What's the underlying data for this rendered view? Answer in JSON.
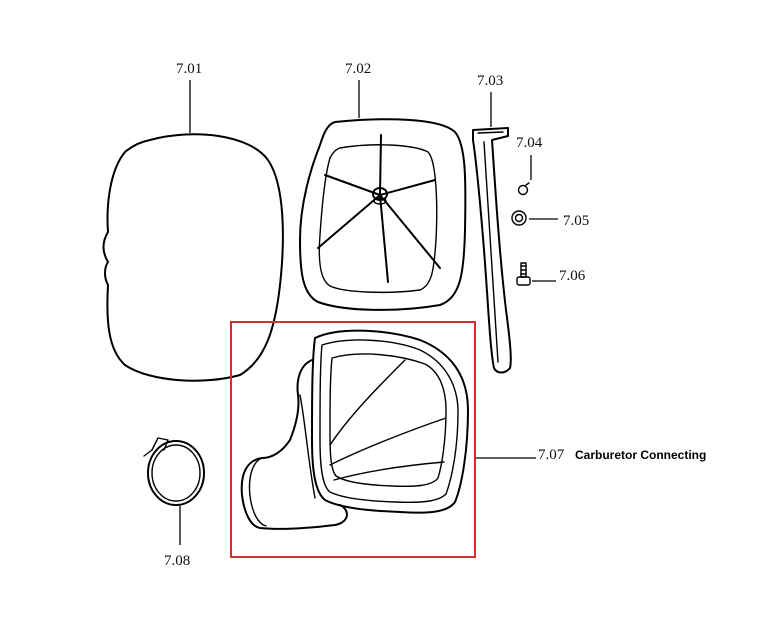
{
  "parts": [
    {
      "id": "p701",
      "number": "7.01",
      "name": ""
    },
    {
      "id": "p702",
      "number": "7.02",
      "name": ""
    },
    {
      "id": "p703",
      "number": "7.03",
      "name": ""
    },
    {
      "id": "p704",
      "number": "7.04",
      "name": ""
    },
    {
      "id": "p705",
      "number": "7.05",
      "name": ""
    },
    {
      "id": "p706",
      "number": "7.06",
      "name": ""
    },
    {
      "id": "p707",
      "number": "7.07",
      "name": "Carburetor Connecting"
    },
    {
      "id": "p708",
      "number": "7.08",
      "name": ""
    }
  ],
  "highlight": {
    "color": "#d32f2f",
    "target": "7.07"
  }
}
